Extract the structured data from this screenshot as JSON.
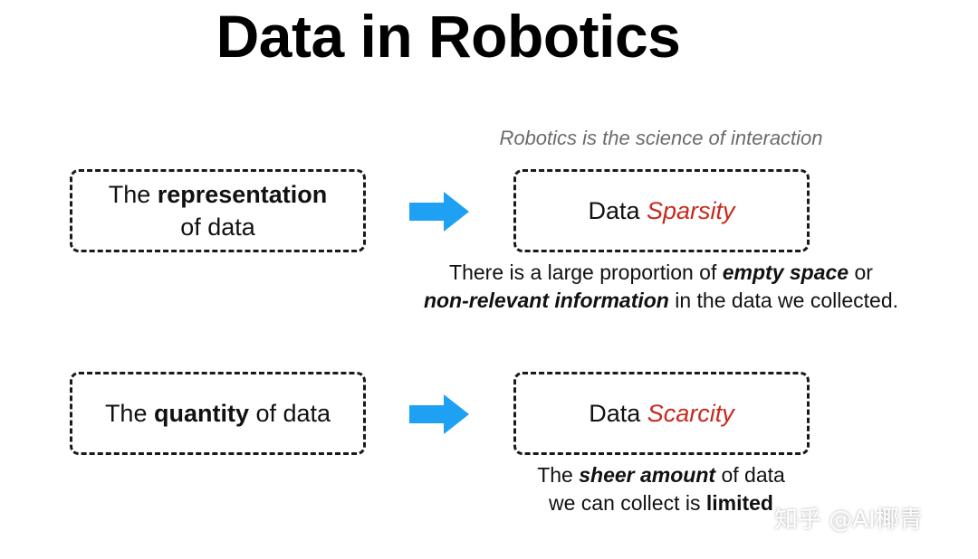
{
  "title": "Data in Robotics",
  "subtitle": "Robotics is the science of interaction",
  "rows": [
    {
      "left_pre": "The ",
      "left_bold": "representation",
      "left_post": "of data",
      "right_plain": "Data ",
      "right_colored": "Sparsity",
      "desc_line1_pre": "There is a large proportion of ",
      "desc_line1_emph": "empty space",
      "desc_line1_post": " or",
      "desc_line2_emph": "non-relevant information",
      "desc_line2_post": " in the data we collected."
    },
    {
      "left_pre": "The ",
      "left_bold": "quantity",
      "left_post": " of data",
      "right_plain": "Data ",
      "right_colored": "Scarcity",
      "desc_line1_pre": "The ",
      "desc_line1_emph": "sheer amount",
      "desc_line1_post": " of data",
      "desc_line2_pre": "we can collect is ",
      "desc_line2_bold": "limited"
    }
  ],
  "watermark": "知乎 @AI椰青",
  "colors": {
    "arrow": "#1ea1f2",
    "highlight": "#c8291f",
    "subtitle": "#6b6b6b"
  },
  "icons": {
    "arrow": "right-arrow-icon"
  }
}
